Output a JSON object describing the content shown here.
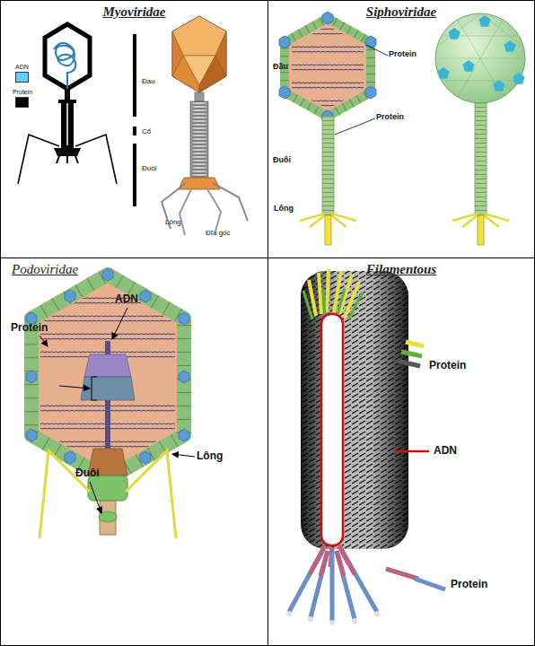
{
  "diagram": {
    "nodes": [
      {
        "text": [
          "Myoviridae"
        ]
      },
      {
        "text": [
          "Siphoviridae"
        ]
      },
      {
        "text": [
          "Podoviridae"
        ]
      },
      {
        "text": [
          "Filamentous"
        ]
      }
    ],
    "labels": [
      "Đầu",
      "Cổ",
      "Đuôi",
      "Lông",
      "Đĩa gốc",
      "Đầu",
      "Protein",
      "Protein",
      "Đuôi",
      "Lông",
      "ADN",
      "Protein",
      "Lông",
      "Đuôi",
      "Protein",
      "ADN",
      "Protein"
    ],
    "legend": [
      {
        "text": "ADN",
        "color": "#66ccff"
      },
      {
        "text": "Protein",
        "color": "#000000"
      }
    ]
  }
}
